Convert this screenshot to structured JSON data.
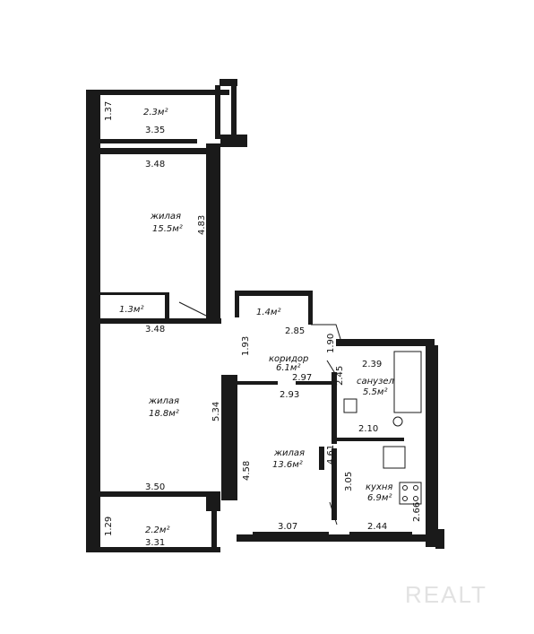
{
  "rooms": {
    "balcony_top": "2.3м²",
    "living_top": {
      "name": "жилая",
      "area": "15.5м²"
    },
    "storage_left": "1.3м²",
    "storage_right": "1.4м²",
    "corridor": {
      "name": "коридор",
      "area": "6.1м²"
    },
    "bathroom": {
      "name": "санузел",
      "area": "5.5м²"
    },
    "living_mid": {
      "name": "жилая",
      "area": "18.8м²"
    },
    "living_right": {
      "name": "жилая",
      "area": "13.6м²"
    },
    "kitchen": {
      "name": "кухня",
      "area": "6.9м²"
    },
    "balcony_bottom": "2.2м²"
  },
  "dimensions": {
    "d137": "1.37",
    "d335": "3.35",
    "d348a": "3.48",
    "d483": "4.83",
    "d348b": "3.48",
    "d285": "2.85",
    "d193": "1.93",
    "d190": "1.90",
    "d239": "2.39",
    "d297": "2.97",
    "d245": "2.45",
    "d293": "2.93",
    "d534": "5.34",
    "d210": "2.10",
    "d458": "4.58",
    "d461": "4.61",
    "d305": "3.05",
    "d350": "3.50",
    "d307": "3.07",
    "d244": "2.44",
    "d266": "2.66",
    "d129": "1.29",
    "d331": "3.31"
  },
  "watermark": "REALT"
}
